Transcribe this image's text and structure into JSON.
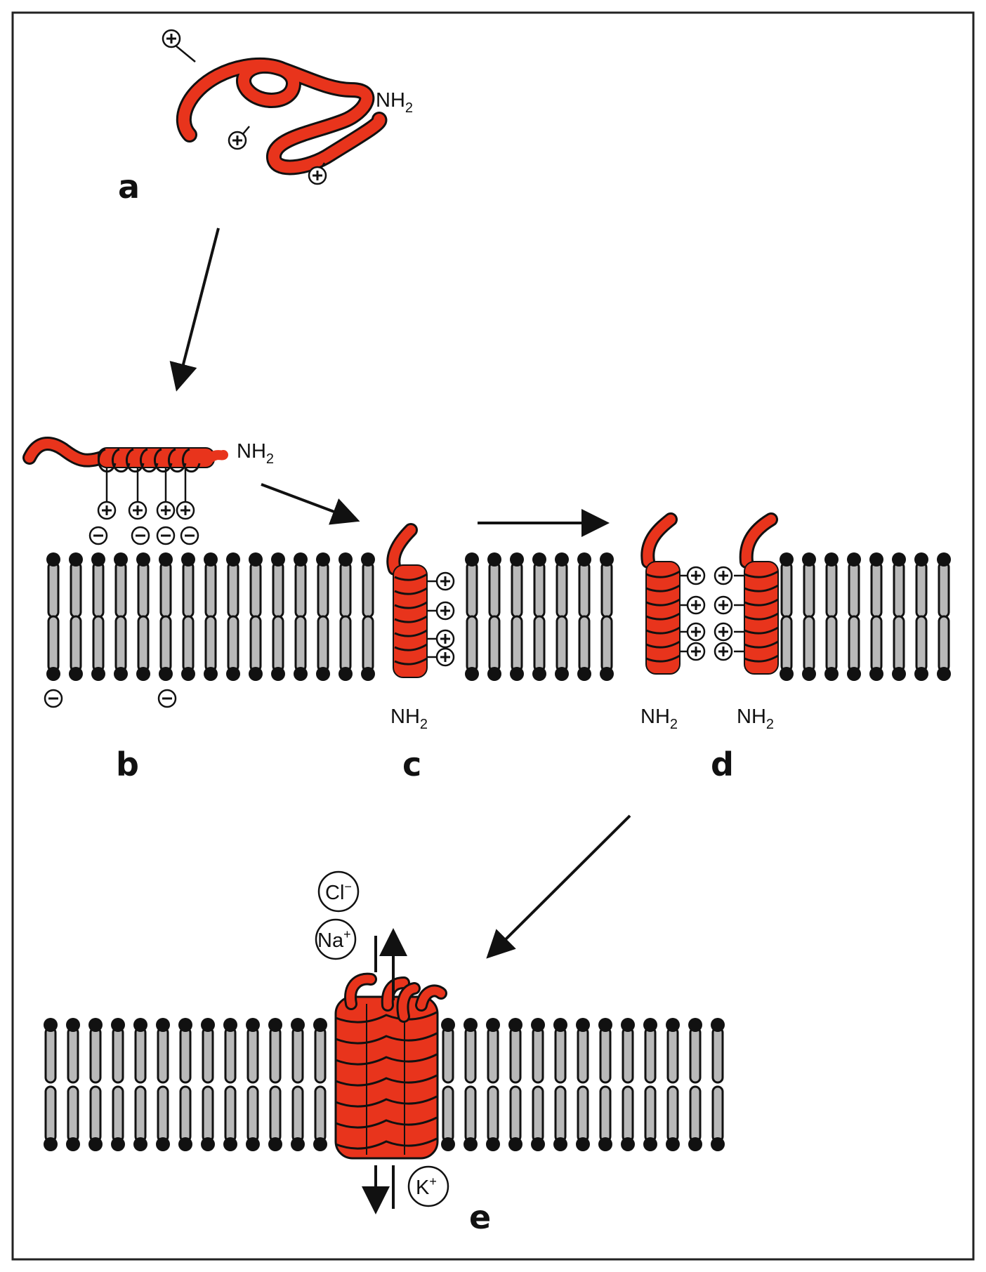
{
  "labels": {
    "amine": "NH",
    "amine_sub": "2",
    "positive": "+",
    "negative": "−"
  },
  "steps": {
    "a": "a",
    "b": "b",
    "c": "c",
    "d": "d",
    "e": "e"
  },
  "ions": {
    "chloride": "Cl",
    "chloride_sup": "−",
    "sodium": "Na",
    "sodium_sup": "+",
    "potassium": "K",
    "potassium_sup": "+"
  },
  "colors": {
    "peptide": "#e8341c",
    "lipid_tail": "#b9b9b9",
    "lipid_head": "#111111",
    "frame": "#222222"
  }
}
